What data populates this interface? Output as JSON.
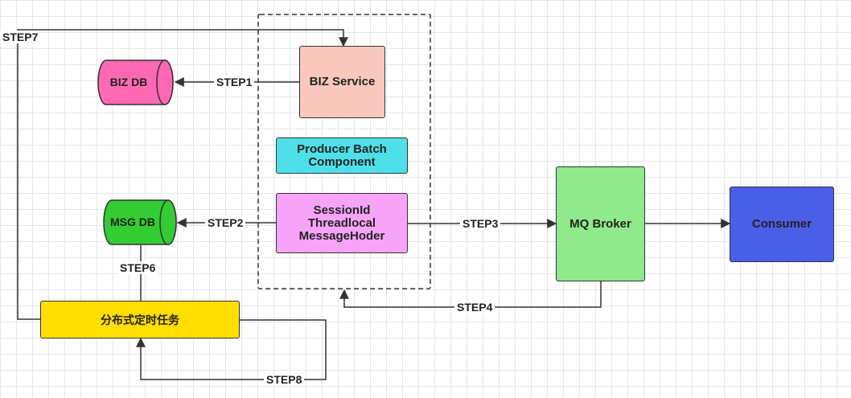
{
  "nodes": {
    "biz_db": "BIZ DB",
    "msg_db": "MSG DB",
    "biz_service": "BIZ Service",
    "producer_batch": "Producer Batch\nComponent",
    "session_component": "SessionId\nThreadlocal\nMessageHoder",
    "mq_broker": "MQ Broker",
    "consumer": "Consumer",
    "scheduler": "分布式定时任务"
  },
  "edges": {
    "step1": "STEP1",
    "step2": "STEP2",
    "step3": "STEP3",
    "step4": "STEP4",
    "step6": "STEP6",
    "step7": "STEP7",
    "step8": "STEP8"
  },
  "colors": {
    "biz_db": "#ff69b4",
    "msg_db": "#33cc33",
    "biz_service": "#f9c8bd",
    "producer_batch": "#4ee0e8",
    "session_component": "#f7a3f7",
    "mq_broker": "#90e98b",
    "consumer": "#4a5fe6",
    "scheduler": "#ffde00"
  }
}
